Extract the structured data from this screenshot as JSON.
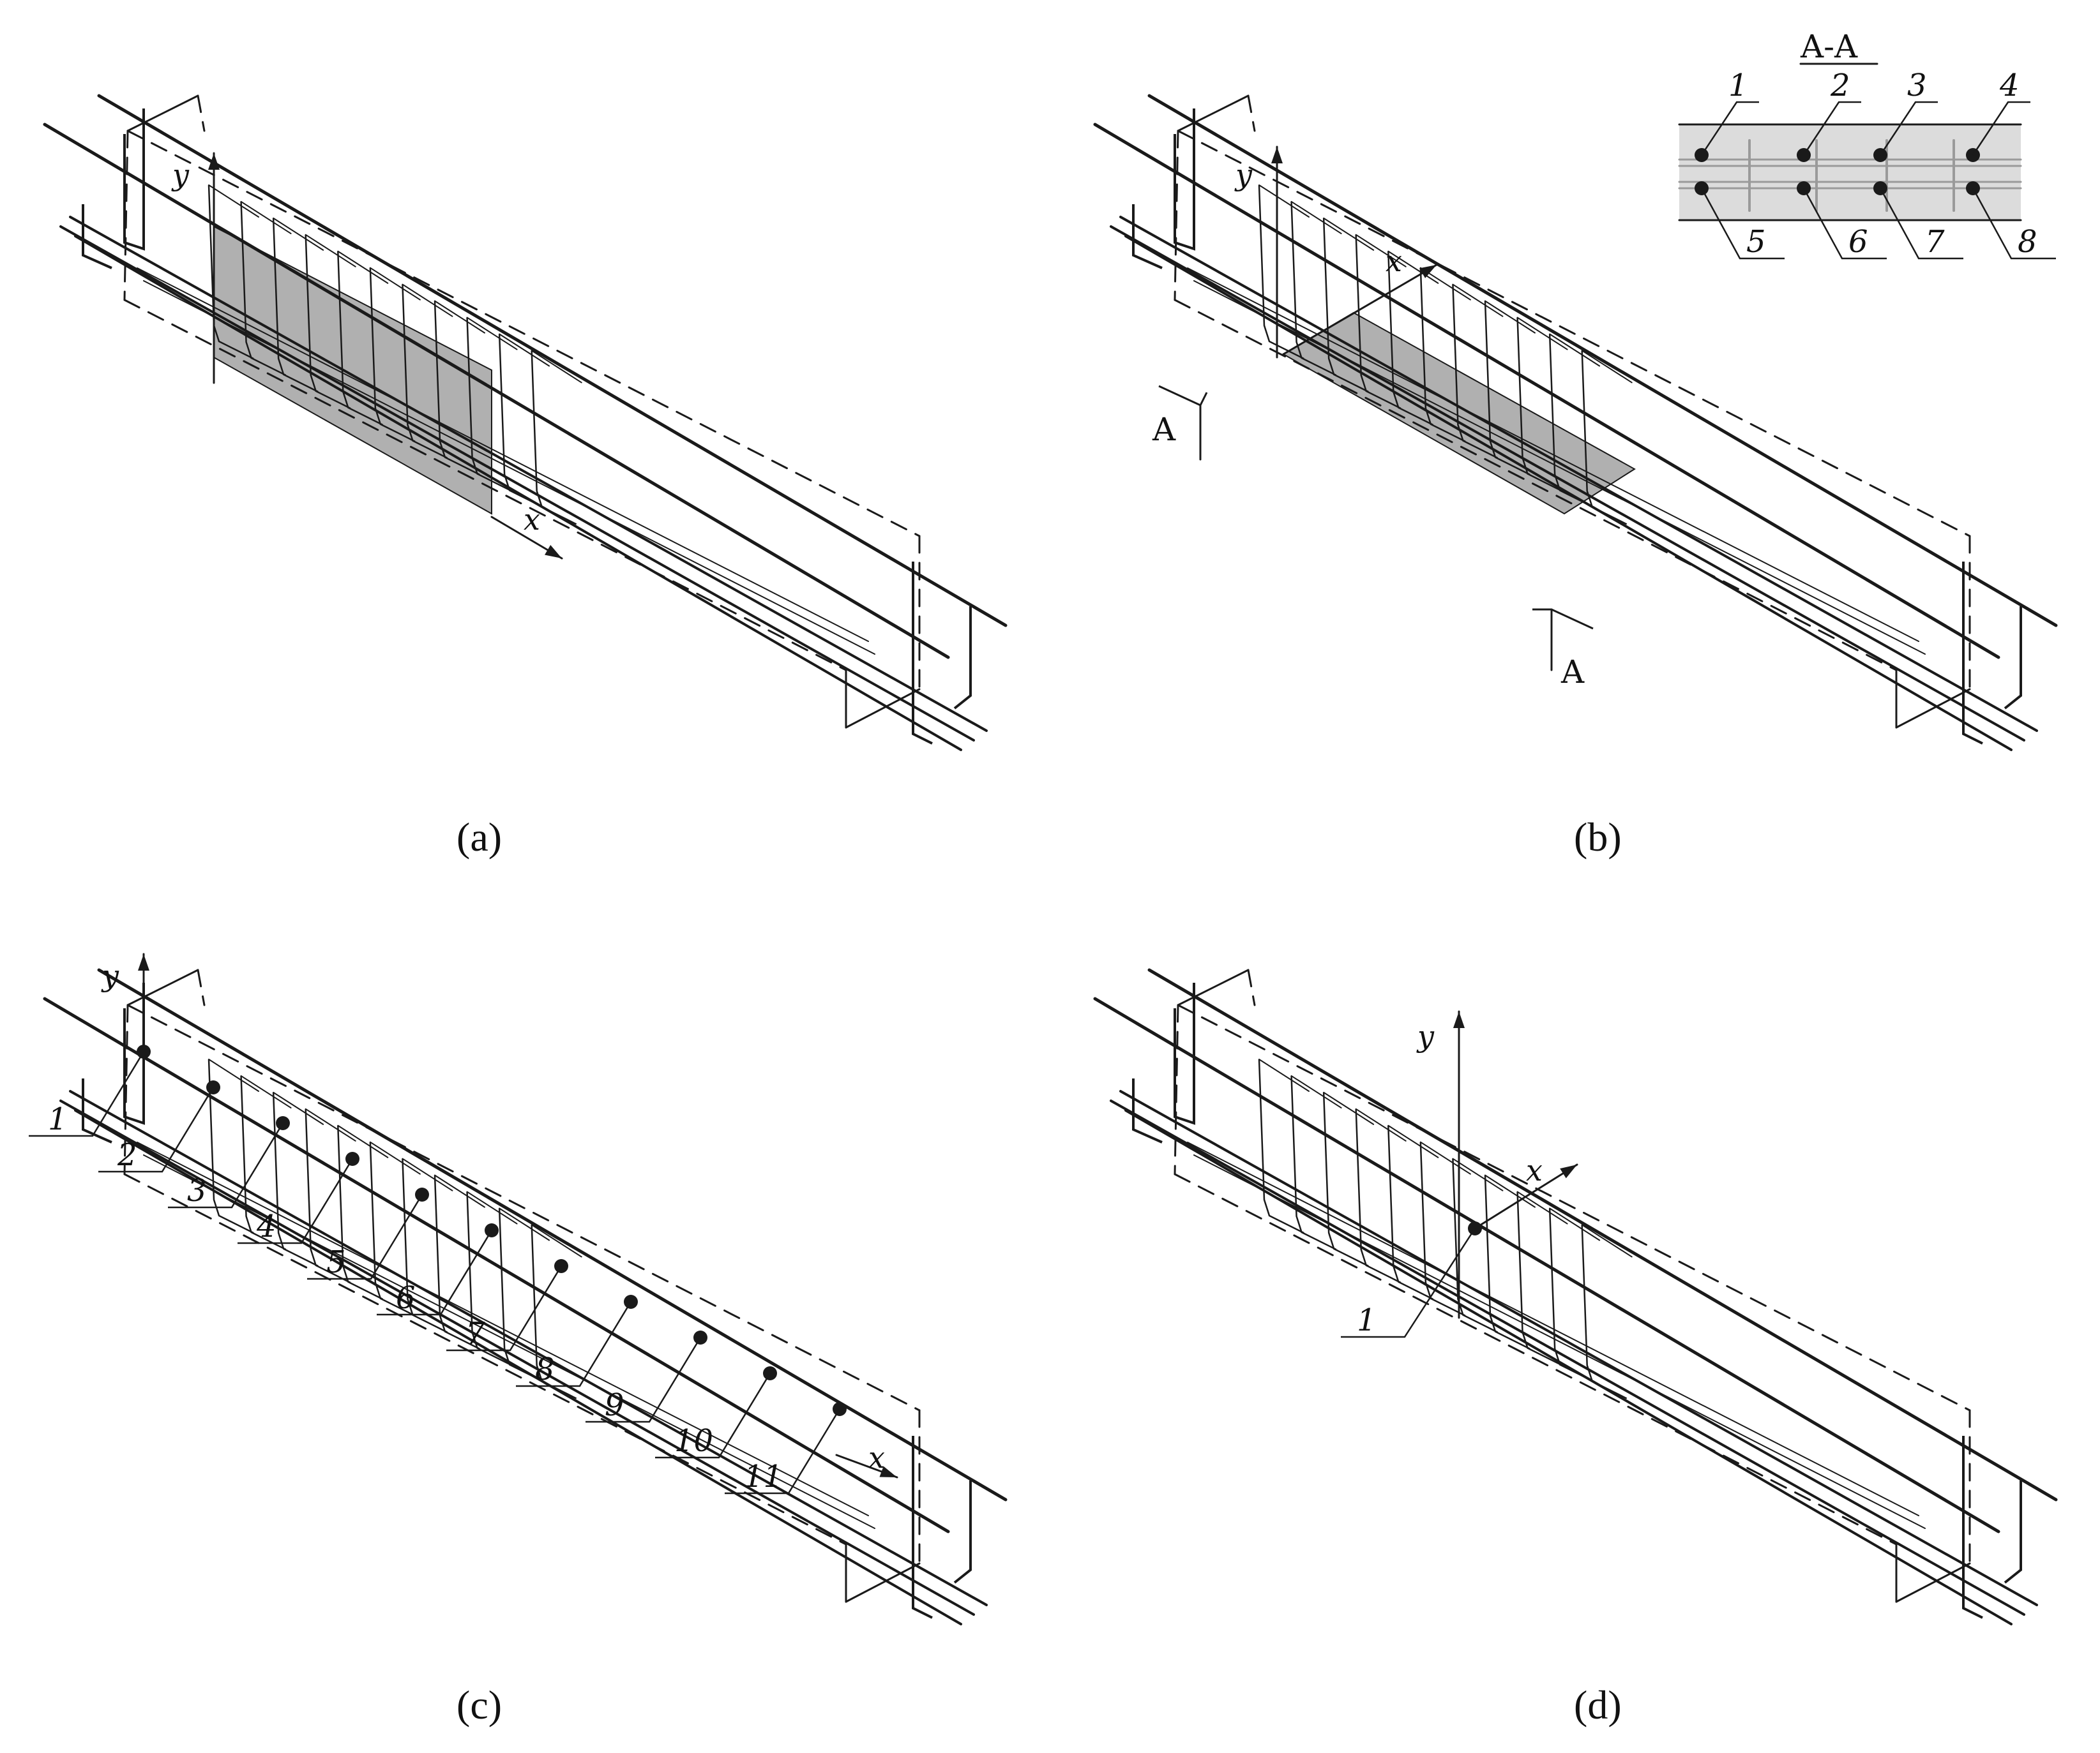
{
  "panels": {
    "a": {
      "caption": "(a)",
      "axis_x": "x",
      "axis_y": "y"
    },
    "b": {
      "caption": "(b)",
      "axis_x": "x",
      "axis_y": "y",
      "section_marker": "A",
      "section_title": "A-A",
      "section_points": [
        "1",
        "2",
        "3",
        "4",
        "5",
        "6",
        "7",
        "8"
      ]
    },
    "c": {
      "caption": "(c)",
      "axis_x": "x",
      "axis_y": "y",
      "points": [
        "1",
        "2",
        "3",
        "4",
        "5",
        "6",
        "7",
        "8",
        "9",
        "10",
        "11"
      ]
    },
    "d": {
      "caption": "(d)",
      "axis_x": "x",
      "axis_y": "y",
      "points": [
        "1"
      ]
    }
  },
  "colors": {
    "line": "#1a1a1a",
    "shade": "#9c9c9c",
    "section_fill": "#dcdcdc"
  }
}
